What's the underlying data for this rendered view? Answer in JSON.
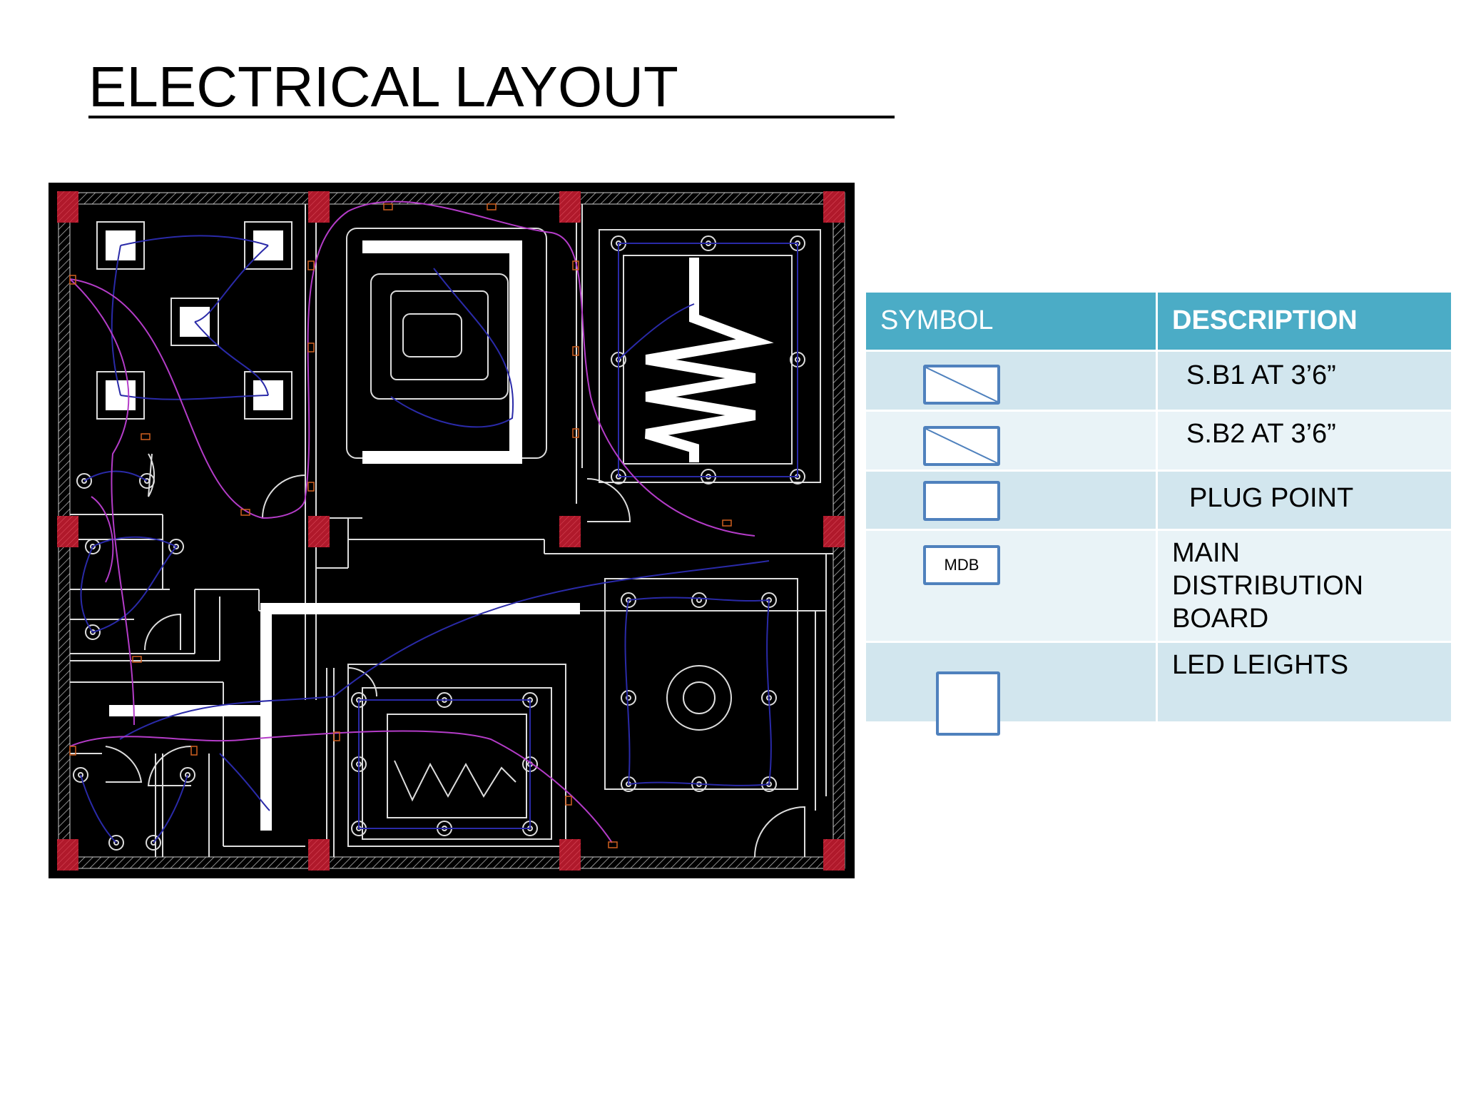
{
  "title": "ELECTRICAL LAYOUT",
  "legend": {
    "header": {
      "symbol": "SYMBOL",
      "description": "DESCRIPTION"
    },
    "rows": [
      {
        "symbol_icon": "switch-board-icon",
        "description": "S.B1 AT 3’6”"
      },
      {
        "symbol_icon": "switch-board-icon",
        "description": "S.B2 AT 3’6”"
      },
      {
        "symbol_icon": "plug-point-icon",
        "description": "PLUG POINT"
      },
      {
        "symbol_icon": "mdb-icon",
        "symbol_label": "MDB",
        "description": "MAIN\nDISTRIBUTION\nBOARD"
      },
      {
        "symbol_icon": "led-light-icon",
        "description": "LED LEIGHTS"
      }
    ]
  },
  "colors": {
    "plan_background": "#000000",
    "wall": "#ffffff",
    "column": "#b0192b",
    "wiring_blue": "#2a2aa8",
    "wiring_magenta": "#b43cc8",
    "legend_header": "#4bacc6",
    "legend_row_light": "#d2e6ee",
    "legend_row_pale": "#e9f3f7",
    "symbol_border": "#4f81bd"
  }
}
